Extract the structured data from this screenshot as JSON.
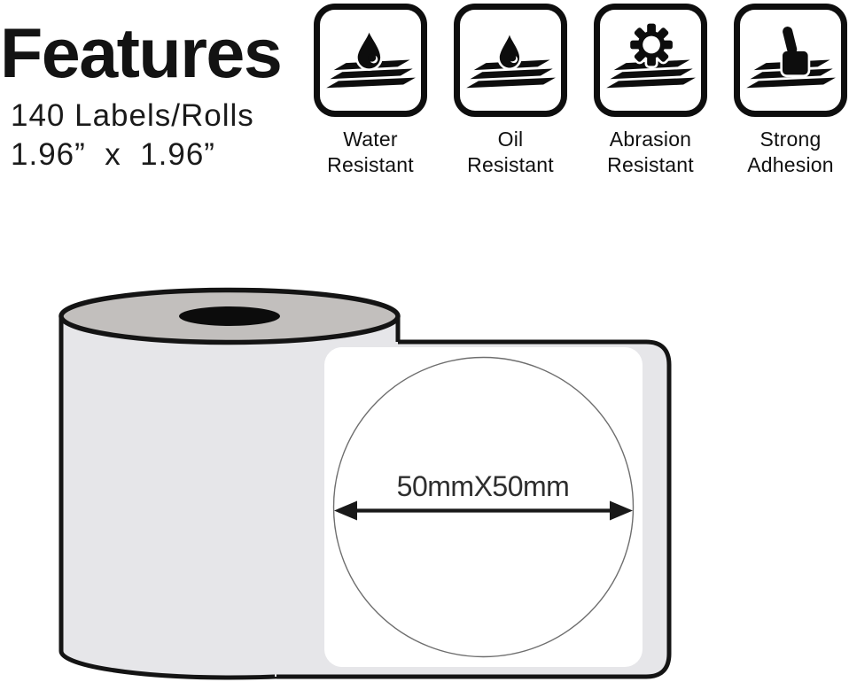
{
  "header": {
    "title": "Features",
    "labels_per_roll": "140 Labels/Rolls",
    "label_size": "1.96”  x  1.96”"
  },
  "features": [
    {
      "label": "Water Resistant",
      "icon": "water-drop-layers-icon"
    },
    {
      "label": "Oil Resistant",
      "icon": "oil-drop-layers-icon"
    },
    {
      "label": "Abrasion Resistant",
      "icon": "gear-layers-icon"
    },
    {
      "label": "Strong Adhesion",
      "icon": "thumbs-up-layers-icon"
    }
  ],
  "roll_diagram": {
    "dimension_label": "50mmX50mm",
    "colors": {
      "outline": "#141414",
      "roll_top": "#c2bfbd",
      "core_hole": "#0c0c0c",
      "roll_body": "#e6e6e9",
      "liner_sheet": "#e6e6e9",
      "label_face": "#ffffff",
      "die_cut_stroke": "#6e6e6e"
    }
  }
}
